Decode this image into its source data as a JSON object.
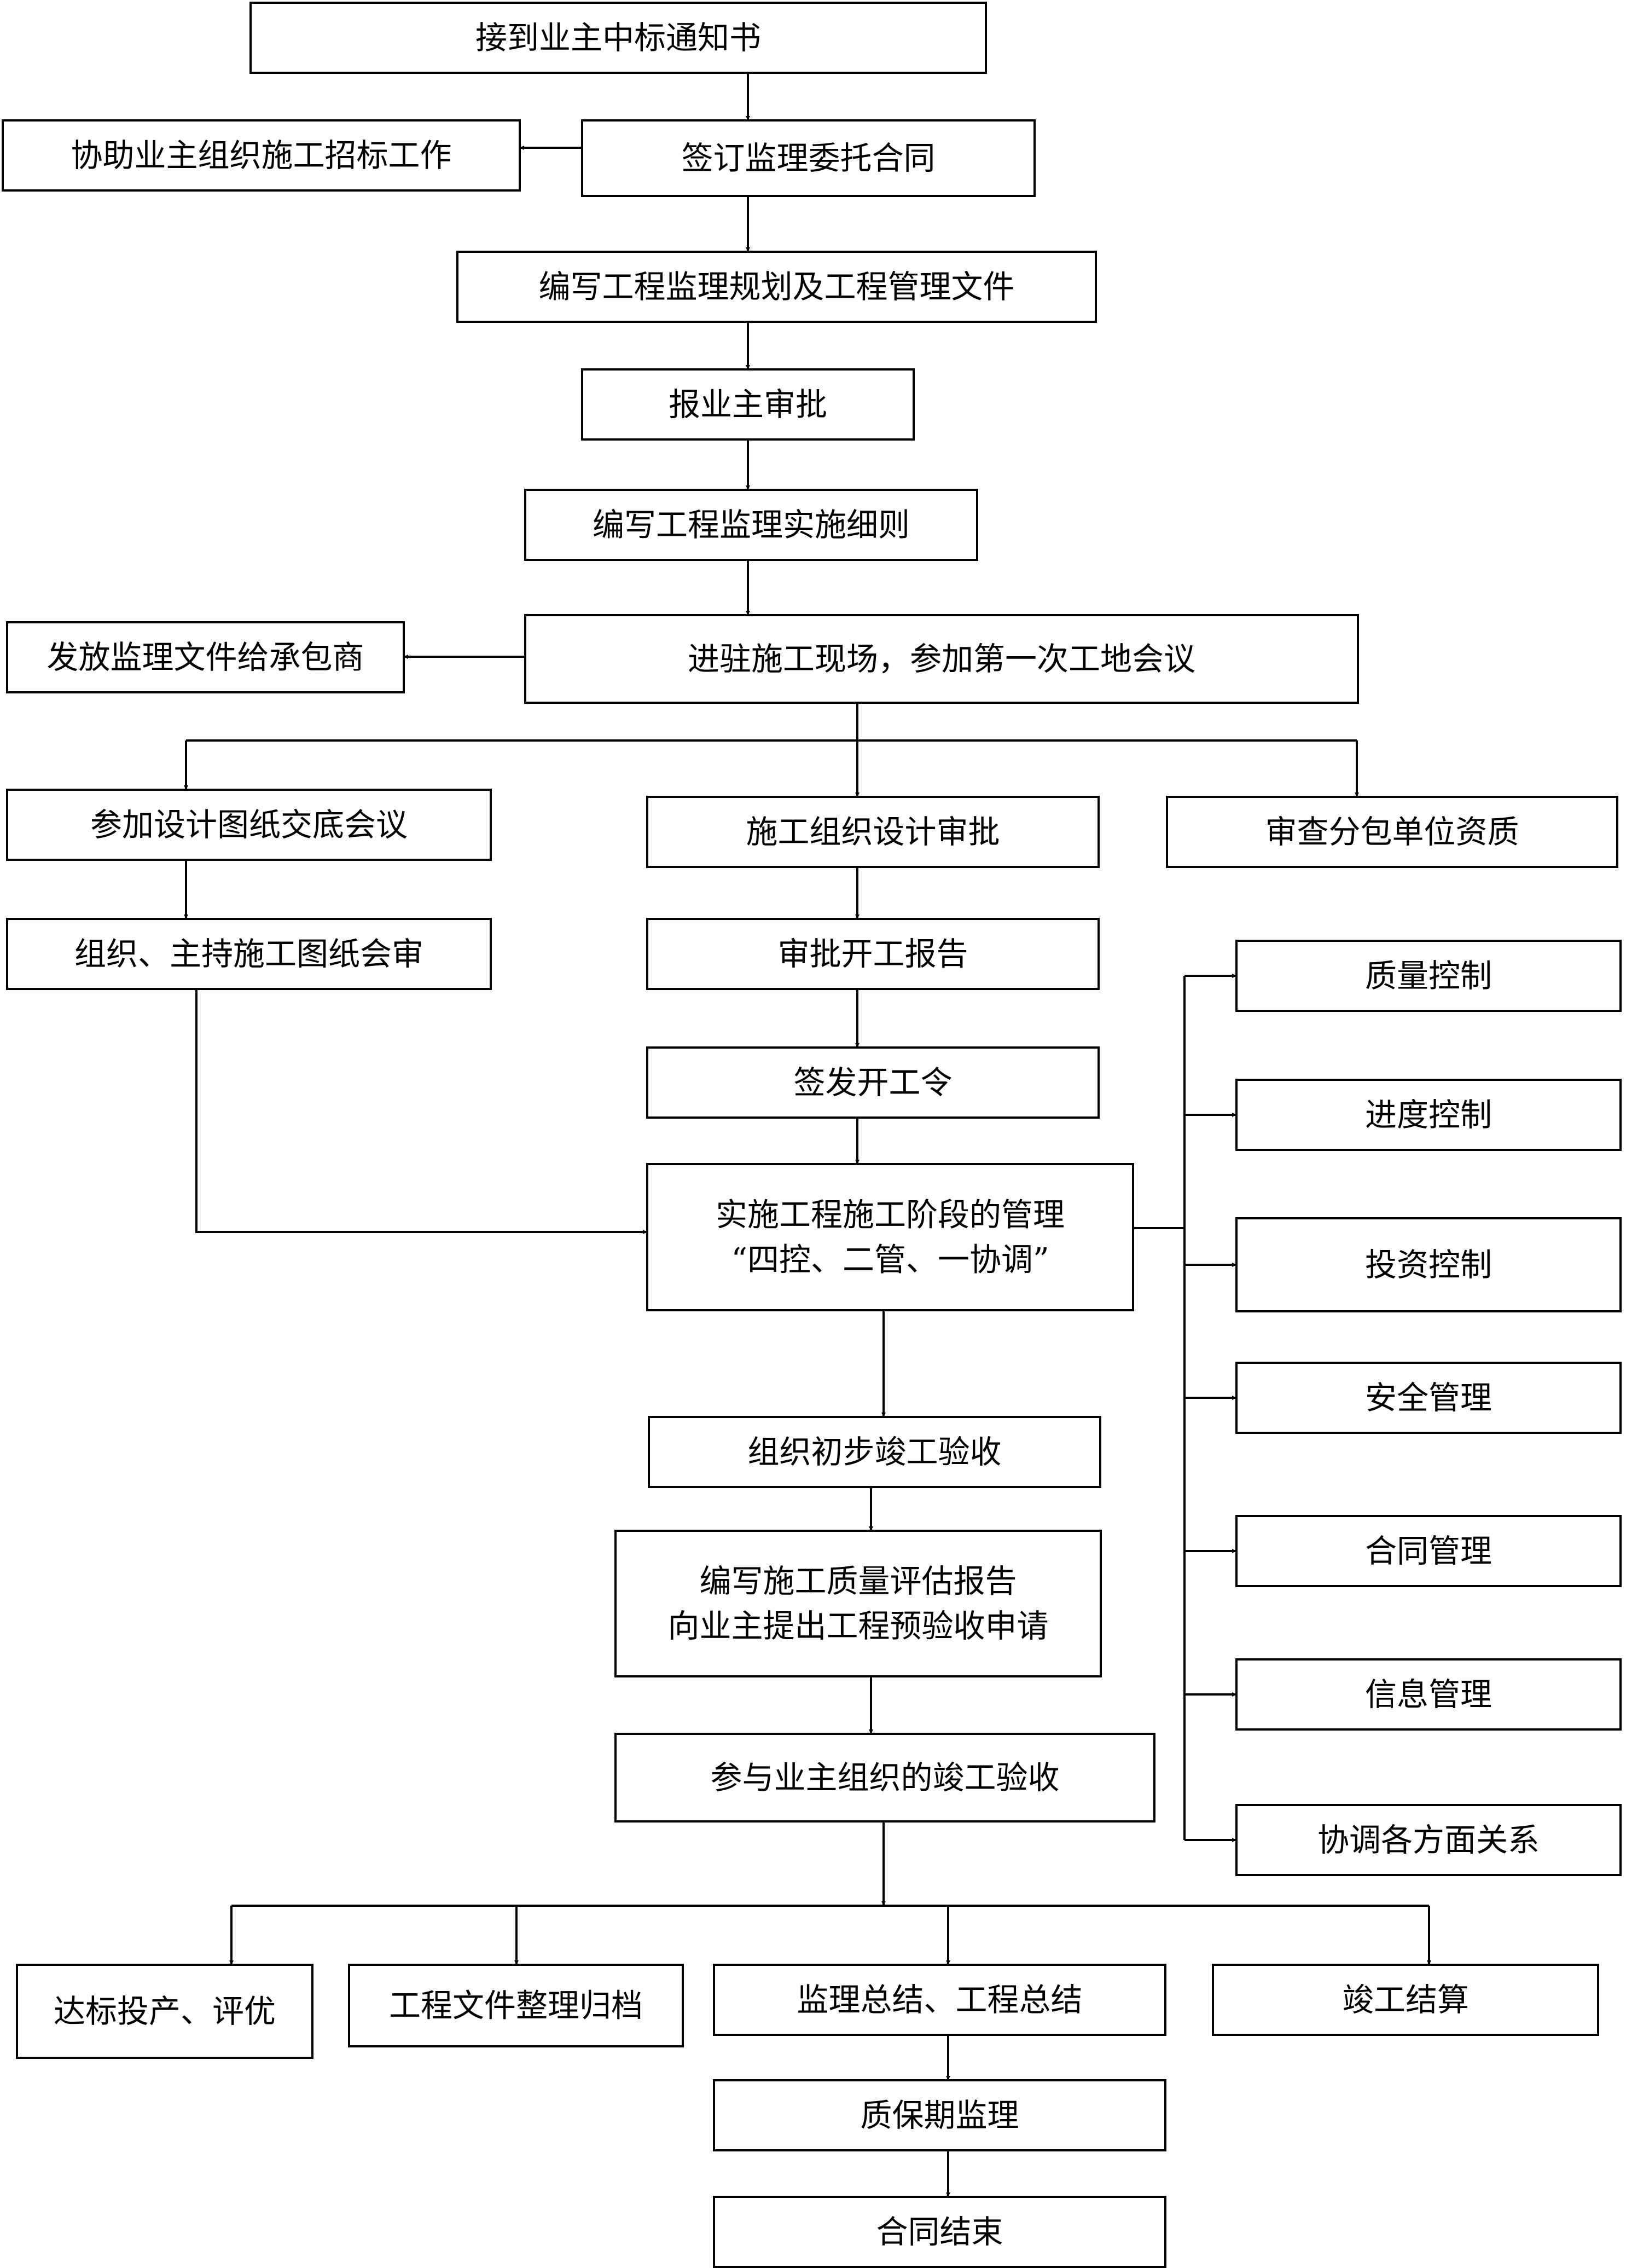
{
  "nodes": {
    "n_notice": "接到业主中标通知书",
    "n_assist": "协助业主组织施工招标工作",
    "n_contract": "签订监理委托合同",
    "n_plan": "编写工程监理规划及工程管理文件",
    "n_approve": "报业主审批",
    "n_rules": "编写工程监理实施细则",
    "n_distribute": "发放监理文件给承包商",
    "n_enter": "进驻施工现场，参加第一次工地会议",
    "n_design_meeting": "参加设计图纸交底会议",
    "n_org_design": "施工组织设计审批",
    "n_sub_qual": "审查分包单位资质",
    "n_drawing_review": "组织、主持施工图纸会审",
    "n_start_report": "审批开工报告",
    "n_start_order": "签发开工令",
    "n_manage_1": "实施工程施工阶段的管理",
    "n_manage_2": "“四控、二管、一协调”",
    "n_quality": "质量控制",
    "n_progress": "进度控制",
    "n_invest": "投资控制",
    "n_safety": "安全管理",
    "n_contract_mgmt": "合同管理",
    "n_info": "信息管理",
    "n_coord": "协调各方面关系",
    "n_prelim": "组织初步竣工验收",
    "n_report_1": "编写施工质量评估报告",
    "n_report_2": "向业主提出工程预验收申请",
    "n_final_accept": "参与业主组织的竣工验收",
    "n_standard": "达标投产、评优",
    "n_archive": "工程文件整理归档",
    "n_summary": "监理总结、工程总结",
    "n_settlement": "竣工结算",
    "n_warranty": "质保期监理",
    "n_end": "合同结束"
  }
}
